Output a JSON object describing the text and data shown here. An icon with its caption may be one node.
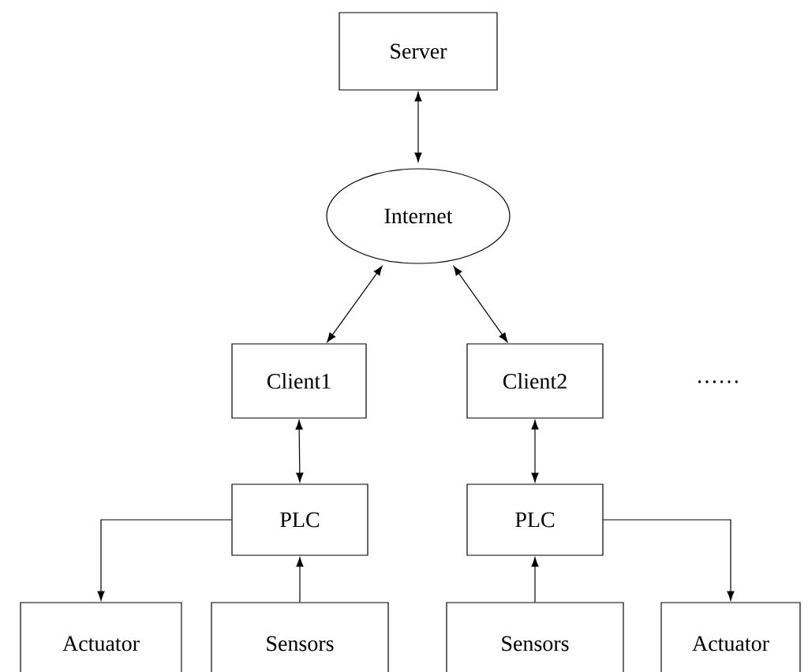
{
  "diagram": {
    "nodes": [
      {
        "text": [
          "Server"
        ]
      },
      {
        "text": [
          "Internet"
        ]
      },
      {
        "text": [
          "Client1"
        ]
      },
      {
        "text": [
          "Client2"
        ]
      },
      {
        "text": [
          "PLC"
        ]
      },
      {
        "text": [
          "PLC"
        ]
      },
      {
        "text": [
          "Actuator"
        ]
      },
      {
        "text": [
          "Sensors"
        ]
      },
      {
        "text": [
          "Sensors"
        ]
      },
      {
        "text": [
          "Actuator"
        ]
      }
    ],
    "edges": [
      {
        "from": 0,
        "to": 1,
        "arrow": "both"
      },
      {
        "from": 1,
        "to": 2,
        "arrow": "both"
      },
      {
        "from": 1,
        "to": 3,
        "arrow": "both"
      },
      {
        "from": 2,
        "to": 4,
        "arrow": "both"
      },
      {
        "from": 3,
        "to": 5,
        "arrow": "both"
      },
      {
        "from": 4,
        "to": 6,
        "arrow": "to"
      },
      {
        "from": 7,
        "to": 4,
        "arrow": "to"
      },
      {
        "from": 8,
        "to": 5,
        "arrow": "to"
      },
      {
        "from": 5,
        "to": 9,
        "arrow": "to"
      }
    ],
    "labels": [
      "……"
    ]
  }
}
